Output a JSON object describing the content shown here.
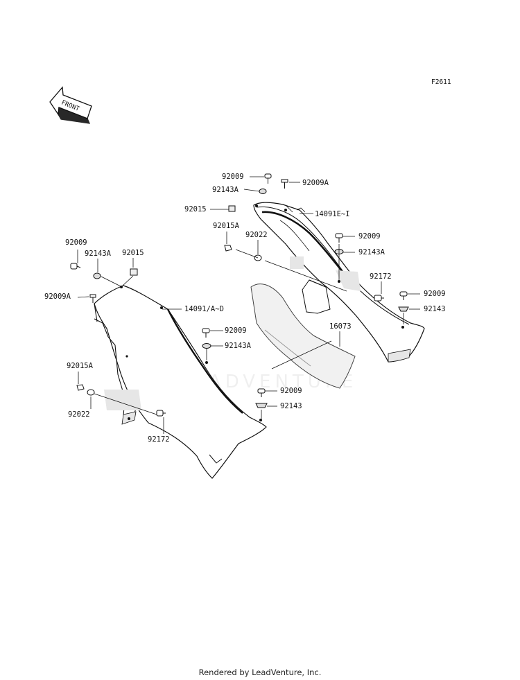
{
  "figure_code": "F2611",
  "front_arrow_text": "FRONT",
  "watermark": "LEADVENTURE",
  "footer": "Rendered by LeadVenture, Inc.",
  "labels": {
    "l92009_rt1": "92009",
    "l92143A_rt1": "92143A",
    "l92015_rt": "92015",
    "l92009A_rt": "92009A",
    "l14091E": "14091E~I",
    "l92015A_rt": "92015A",
    "l92022_rt": "92022",
    "l92009_rt2": "92009",
    "l92143A_rt2": "92143A",
    "l92172_rt": "92172",
    "l92009_rt3": "92009",
    "l92143_rt": "92143",
    "l16073": "16073",
    "l92009_lf1": "92009",
    "l92143A_lf": "92143A",
    "l92015_lf": "92015",
    "l92009A_lf": "92009A",
    "l14091A": "14091/A~D",
    "l92009_lf2": "92009",
    "l92143A_lf2": "92143A",
    "l92015A_lf": "92015A",
    "l92022_lf": "92022",
    "l92172_lf": "92172",
    "l92009_lf3": "92009",
    "l92143_lf": "92143"
  }
}
